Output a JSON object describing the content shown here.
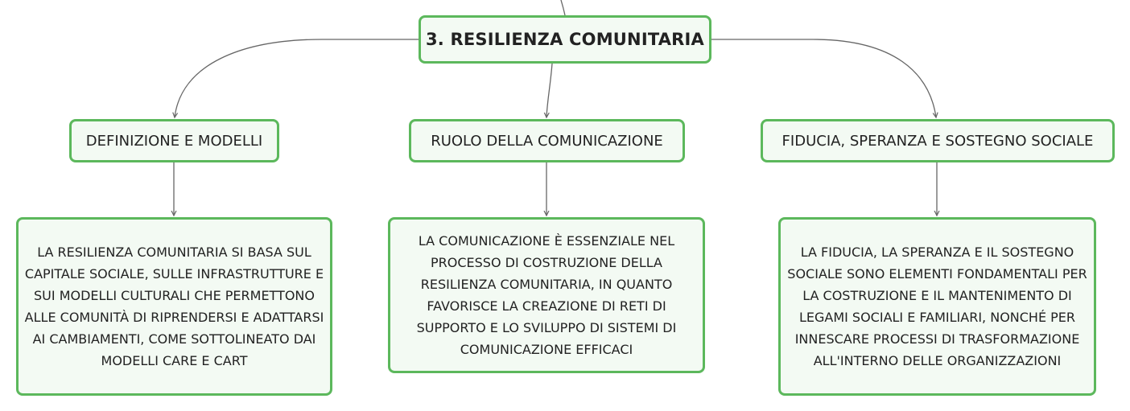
{
  "colors": {
    "node_border": "#5cb85c",
    "node_fill": "#f3faf3",
    "connector": "#666666",
    "text": "#222222"
  },
  "root": {
    "label": "3. RESILIENZA COMUNITARIA"
  },
  "branches": [
    {
      "title": "DEFINIZIONE E MODELLI",
      "detail": "LA RESILIENZA COMUNITARIA SI BASA SUL CAPITALE SOCIALE, SULLE INFRASTRUTTURE E SUI MODELLI CULTURALI CHE PERMETTONO ALLE COMUNITÀ DI RIPRENDERSI E ADATTARSI AI CAMBIAMENTI, COME SOTTOLINEATO DAI MODELLI CARE E CART"
    },
    {
      "title": "RUOLO DELLA COMUNICAZIONE",
      "detail": "LA COMUNICAZIONE È ESSENZIALE NEL PROCESSO DI COSTRUZIONE DELLA RESILIENZA COMUNITARIA, IN QUANTO FAVORISCE LA CREAZIONE DI RETI DI SUPPORTO E LO SVILUPPO DI SISTEMI DI COMUNICAZIONE EFFICACI"
    },
    {
      "title": "FIDUCIA, SPERANZA E SOSTEGNO SOCIALE",
      "detail": "LA FIDUCIA, LA SPERANZA E IL SOSTEGNO SOCIALE SONO ELEMENTI FONDAMENTALI PER LA COSTRUZIONE E IL MANTENIMENTO DI LEGAMI SOCIALI E FAMILIARI, NONCHÉ PER INNESCARE PROCESSI DI TRASFORMAZIONE ALL'INTERNO DELLE ORGANIZZAZIONI"
    }
  ]
}
